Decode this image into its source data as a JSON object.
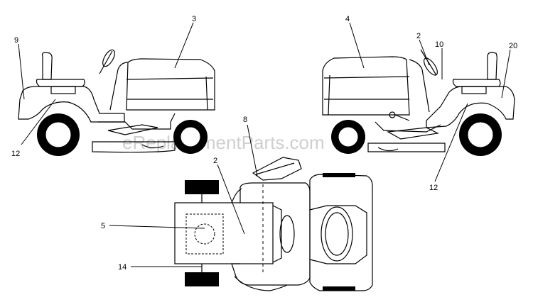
{
  "watermark": "eReplacementParts.com",
  "callouts": {
    "c9": "9",
    "c12_left": "12",
    "c3": "3",
    "c4": "4",
    "c2_right": "2",
    "c10": "10",
    "c20": "20",
    "c12_right": "12",
    "c8": "8",
    "c2_top": "2",
    "c5": "5",
    "c14": "14"
  }
}
